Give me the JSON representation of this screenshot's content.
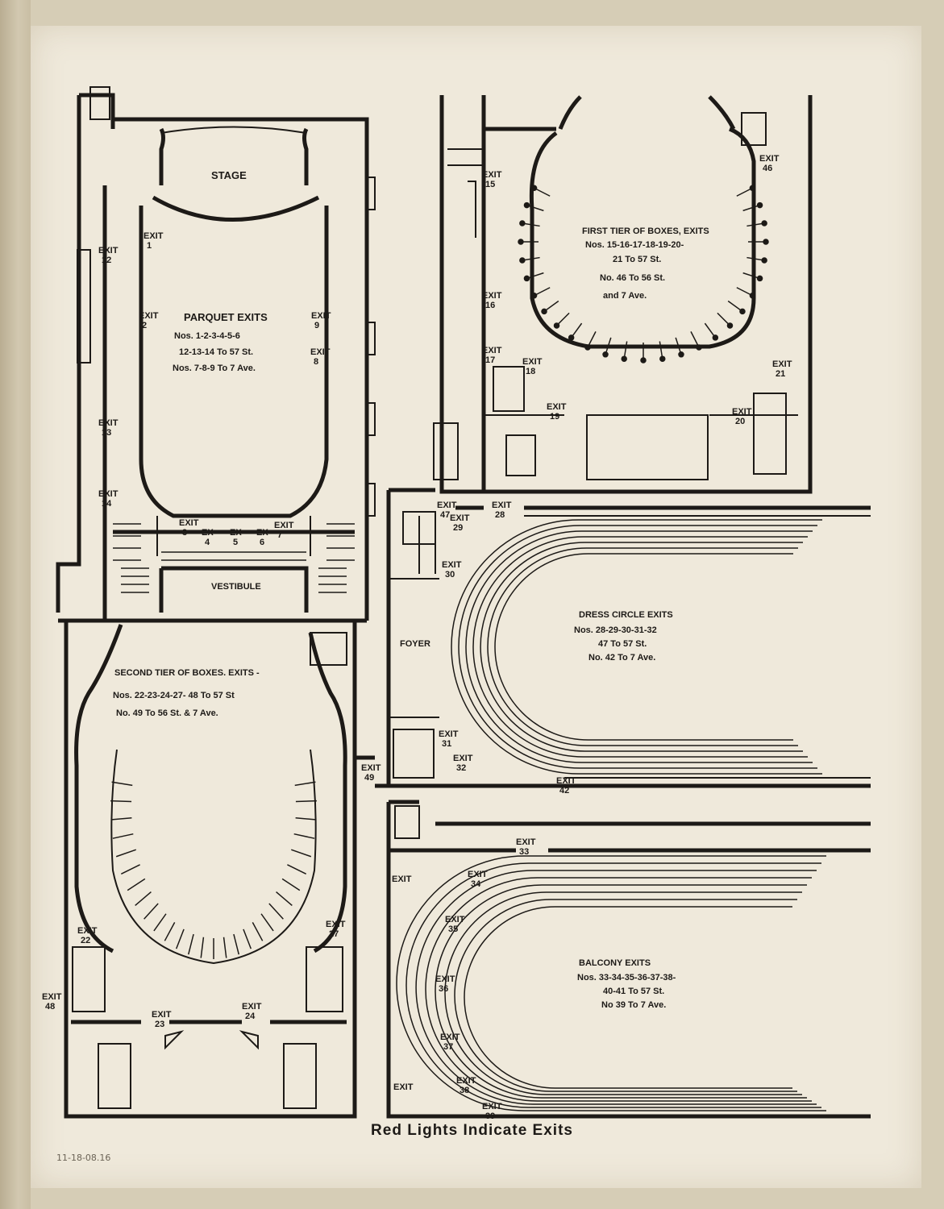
{
  "sections": {
    "parquet": {
      "stage": "STAGE",
      "vestibule": "VESTIBULE",
      "title": "PARQUET EXITS",
      "lines": [
        "Nos. 1-2-3-4-5-6",
        "12-13-14 To 57 St.",
        "Nos. 7-8-9 To 7 Ave."
      ]
    },
    "first_tier": {
      "title": "FIRST TIER OF BOXES, EXITS",
      "lines": [
        "Nos. 15-16-17-18-19-20-",
        "21 To 57 St.",
        "No. 46 To 56 St.",
        "and 7 Ave."
      ]
    },
    "dress_circle": {
      "foyer": "FOYER",
      "title": "DRESS CIRCLE EXITS",
      "lines": [
        "Nos. 28-29-30-31-32",
        "47 To 57 St.",
        "No. 42 To 7 Ave."
      ]
    },
    "second_tier": {
      "title": "SECOND TIER OF BOXES. EXITS -",
      "lines": [
        "Nos. 22-23-24-27- 48 To 57 St",
        "No. 49 To 56 St. & 7 Ave."
      ]
    },
    "balcony": {
      "title": "BALCONY EXITS",
      "lines": [
        "Nos. 33-34-35-36-37-38-",
        "40-41 To 57 St.",
        "No 39 To 7 Ave."
      ]
    }
  },
  "exits": [
    {
      "id": "1",
      "label": "EXIT",
      "num": "1"
    },
    {
      "id": "2",
      "label": "EXIT",
      "num": "2"
    },
    {
      "id": "3",
      "label": "EXIT",
      "num": "3"
    },
    {
      "id": "4",
      "label": "EX",
      "num": "4"
    },
    {
      "id": "5",
      "label": "EX",
      "num": "5"
    },
    {
      "id": "6",
      "label": "EX",
      "num": "6"
    },
    {
      "id": "7",
      "label": "EXIT",
      "num": "7"
    },
    {
      "id": "8",
      "label": "EXIT",
      "num": "8"
    },
    {
      "id": "9",
      "label": "EXIT",
      "num": "9"
    },
    {
      "id": "12",
      "label": "EXIT",
      "num": "12"
    },
    {
      "id": "13",
      "label": "EXIT",
      "num": "13"
    },
    {
      "id": "14",
      "label": "EXIT",
      "num": "14"
    },
    {
      "id": "15",
      "label": "EXIT",
      "num": "15"
    },
    {
      "id": "16",
      "label": "EXIT",
      "num": "16"
    },
    {
      "id": "17",
      "label": "EXIT",
      "num": "17"
    },
    {
      "id": "18",
      "label": "EXIT",
      "num": "18"
    },
    {
      "id": "19",
      "label": "EXIT",
      "num": "19"
    },
    {
      "id": "20",
      "label": "EXIT",
      "num": "20"
    },
    {
      "id": "21",
      "label": "EXIT",
      "num": "21"
    },
    {
      "id": "46",
      "label": "EXIT",
      "num": "46"
    },
    {
      "id": "47",
      "label": "EXIT",
      "num": "47"
    },
    {
      "id": "28",
      "label": "EXIT",
      "num": "28"
    },
    {
      "id": "29",
      "label": "EXIT",
      "num": "29"
    },
    {
      "id": "30",
      "label": "EXIT",
      "num": "30"
    },
    {
      "id": "31",
      "label": "EXIT",
      "num": "31"
    },
    {
      "id": "32",
      "label": "EXIT",
      "num": "32"
    },
    {
      "id": "42",
      "label": "EXIT",
      "num": "42"
    },
    {
      "id": "49",
      "label": "EXIT",
      "num": "49"
    },
    {
      "id": "22",
      "label": "EXIT",
      "num": "22"
    },
    {
      "id": "27",
      "label": "EXIT",
      "num": "27"
    },
    {
      "id": "48",
      "label": "EXIT",
      "num": "48"
    },
    {
      "id": "23",
      "label": "EXIT",
      "num": "23"
    },
    {
      "id": "24",
      "label": "EXIT",
      "num": "24"
    },
    {
      "id": "33",
      "label": "EXIT",
      "num": "33"
    },
    {
      "id": "34",
      "label": "EXIT",
      "num": "34"
    },
    {
      "id": "35",
      "label": "EXIT",
      "num": "35"
    },
    {
      "id": "36",
      "label": "EXIT",
      "num": "36"
    },
    {
      "id": "37",
      "label": "EXIT",
      "num": "37"
    },
    {
      "id": "38",
      "label": "EXIT",
      "num": "38"
    },
    {
      "id": "39",
      "label": "EXIT",
      "num": "39"
    },
    {
      "id": "b1",
      "label": "EXIT",
      "num": ""
    },
    {
      "id": "b2",
      "label": "EXIT",
      "num": ""
    }
  ],
  "footer": "Red Lights Indicate Exits",
  "pencil_note": "11-18-08.16"
}
